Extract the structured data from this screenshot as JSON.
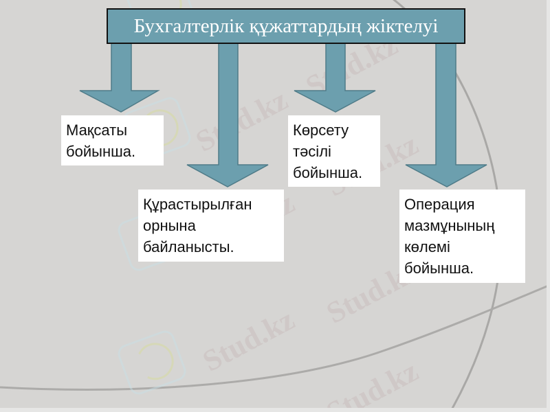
{
  "title": "Бухгалтерлік құжаттардың жіктелуі",
  "colors": {
    "background": "#d6d5d3",
    "title_fill": "#6c9fae",
    "title_text": "#ffffff",
    "arrow_fill": "#6c9fae",
    "arrow_stroke": "#4f7b88",
    "box_fill": "#ffffff",
    "box_text": "#111111"
  },
  "categories": [
    {
      "id": "purpose",
      "lines": [
        "Мақсаты",
        "бойынша."
      ]
    },
    {
      "id": "place",
      "lines": [
        "Құрастырылған",
        "орнына",
        "байланысты."
      ]
    },
    {
      "id": "method",
      "lines": [
        "Көрсету",
        "тәсілі",
        "бойынша."
      ]
    },
    {
      "id": "volume",
      "lines": [
        "Операция",
        "мазмұнының",
        "көлемі",
        "бойынша."
      ]
    }
  ],
  "watermark": "Stud.kz"
}
